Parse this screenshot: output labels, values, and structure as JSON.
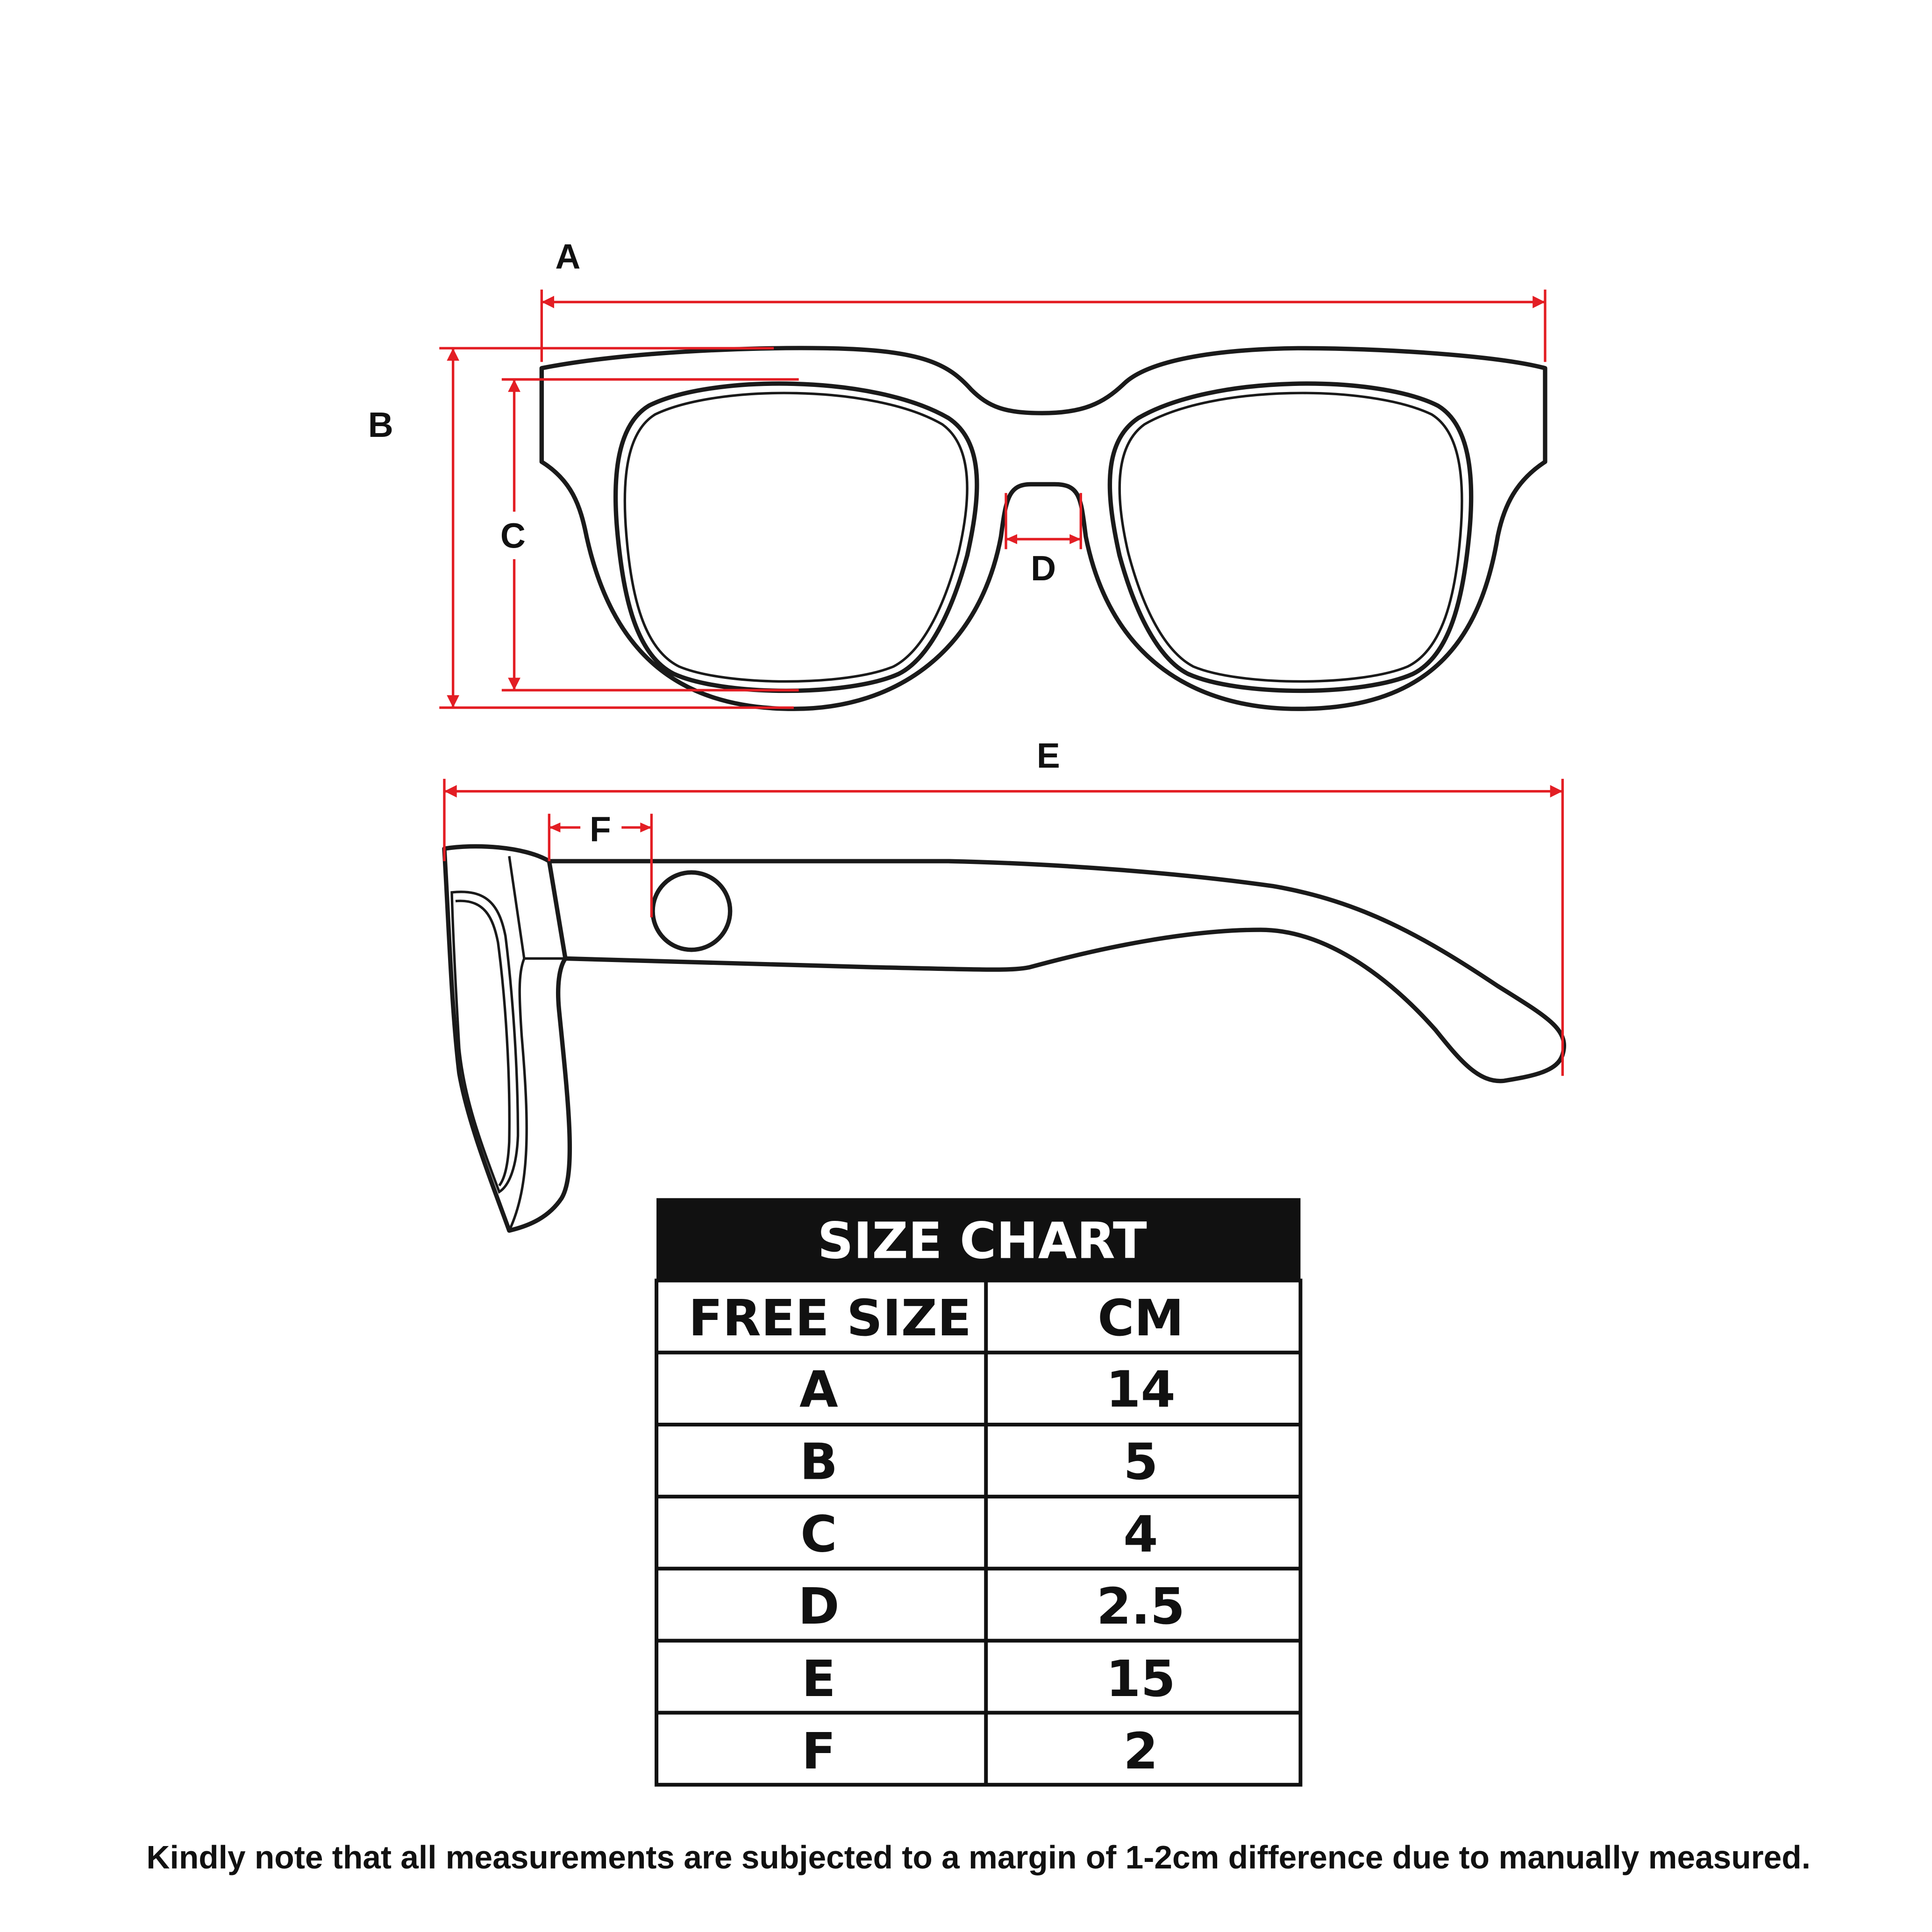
{
  "diagram": {
    "labels": {
      "a": "A",
      "b": "B",
      "c": "C",
      "d": "D",
      "e": "E",
      "f": "F"
    },
    "colors": {
      "dimension_lines": "#e31e24",
      "outline": "#1a1a1a",
      "table_header_bg": "#111111"
    }
  },
  "size_chart": {
    "title": "SIZE CHART",
    "headers": [
      "FREE SIZE",
      "CM"
    ],
    "rows": [
      {
        "label": "A",
        "value": "14"
      },
      {
        "label": "B",
        "value": "5"
      },
      {
        "label": "C",
        "value": "4"
      },
      {
        "label": "D",
        "value": "2.5"
      },
      {
        "label": "E",
        "value": "15"
      },
      {
        "label": "F",
        "value": "2"
      }
    ]
  },
  "note": "Kindly note that all measurements are subjected to a margin of 1-2cm difference due to manually measured."
}
